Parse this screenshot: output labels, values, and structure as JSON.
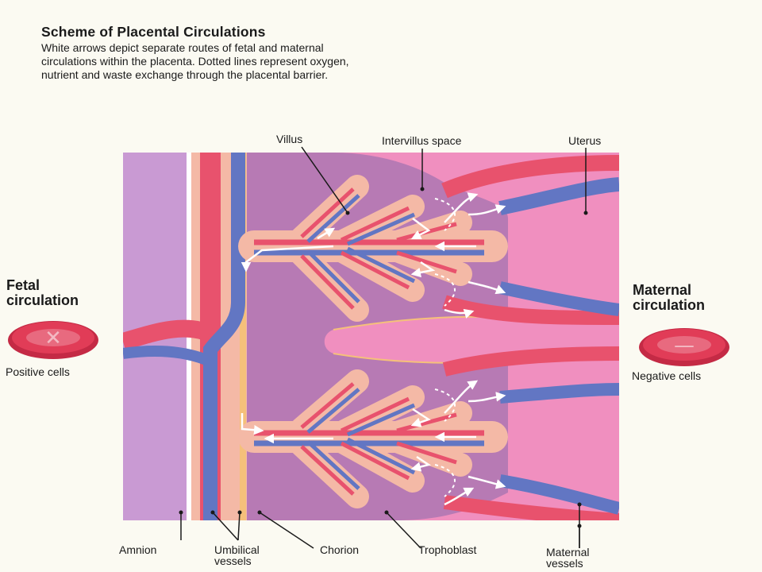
{
  "header": {
    "title": "Scheme of Placental Circulations",
    "description_lines": [
      "White arrows depict separate routes of fetal and maternal",
      "circulations within the placenta. Dotted lines represent oxygen,",
      "nutrient and waste exchange through the placental barrier."
    ]
  },
  "labels": {
    "villus": "Villus",
    "intervillus_space": "Intervillus space",
    "uterus": "Uterus",
    "amnion": "Amnion",
    "umbilical_vessels_lines": [
      "Umbilical",
      "vessels"
    ],
    "chorion": "Chorion",
    "trophoblast": "Trophoblast",
    "maternal_vessels_lines": [
      "Maternal",
      "vessels"
    ]
  },
  "fetal": {
    "title_lines": [
      "Fetal",
      "circulation"
    ],
    "cells_label": "Positive cells",
    "cell_symbol": "✕"
  },
  "maternal": {
    "title_lines": [
      "Maternal",
      "circulation"
    ],
    "cells_label": "Negative cells",
    "cell_symbol": "—"
  },
  "colors": {
    "page_bg": "#fbfaf2",
    "tissue_pink": "#f08fbf",
    "intervillus_purple": "#b77ab4",
    "amnion_lilac": "#c99ad3",
    "artery_red": "#e8526d",
    "vein_blue": "#6276c3",
    "trophoblast_tan": "#f4b9a6",
    "cell_red": "#e13c57"
  }
}
